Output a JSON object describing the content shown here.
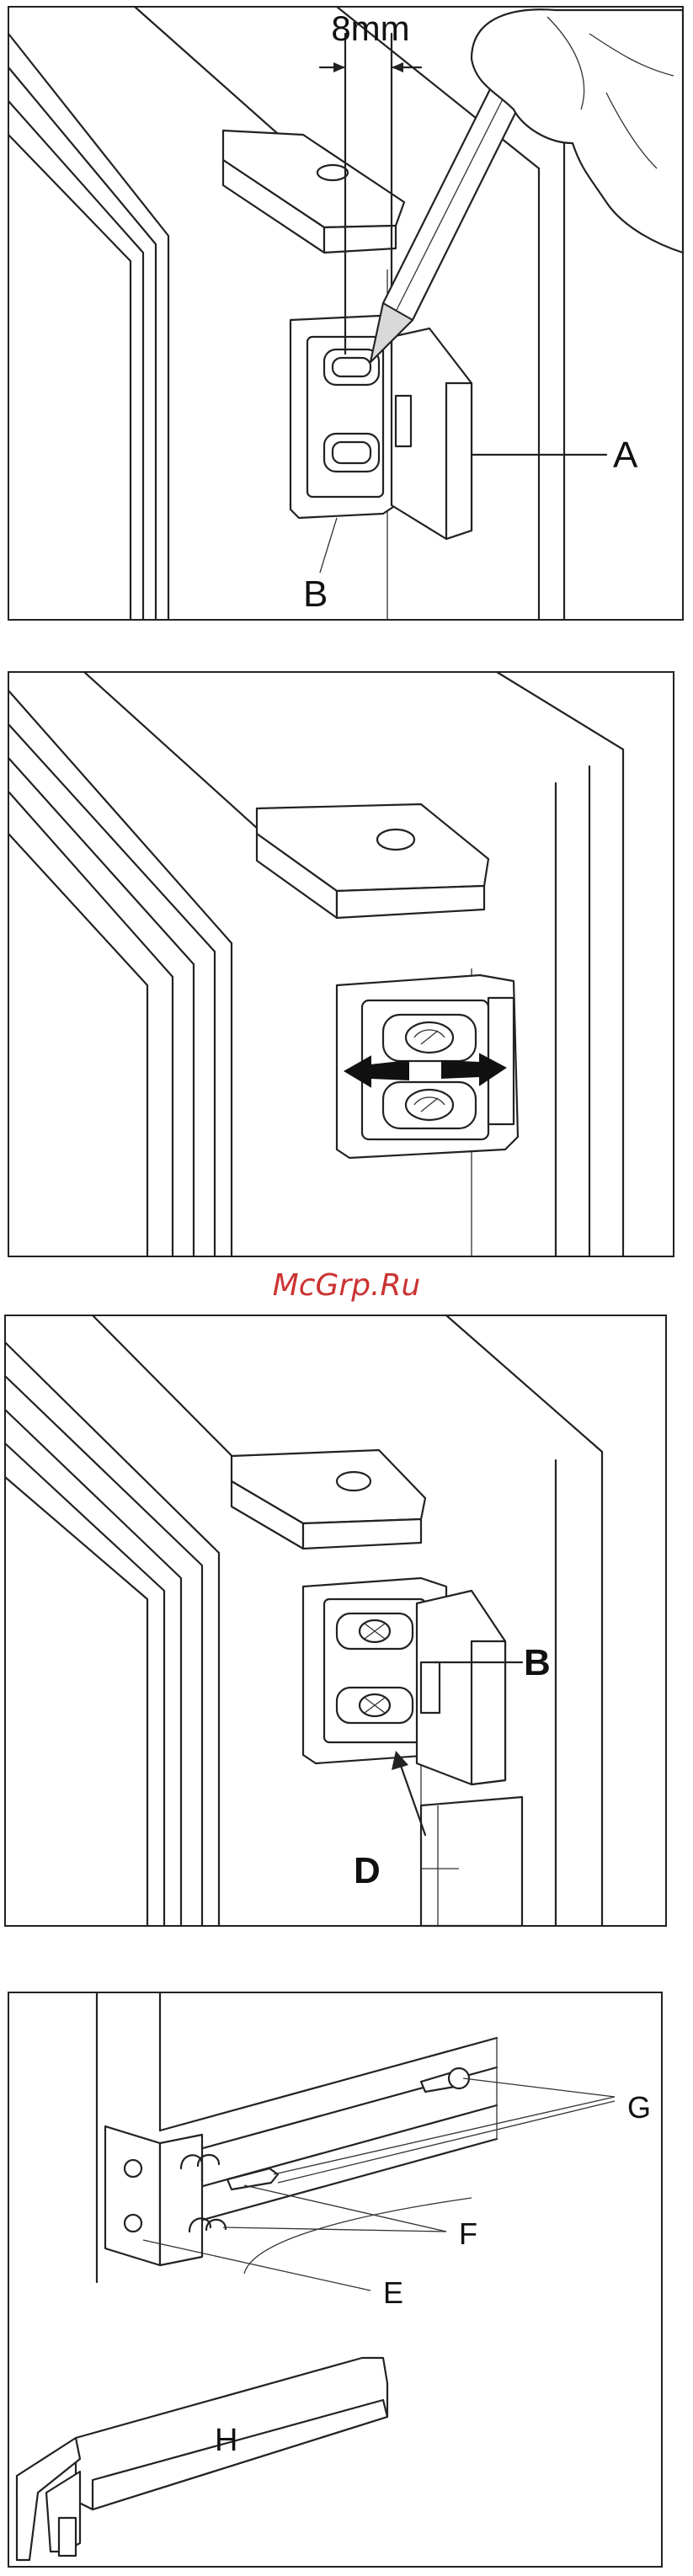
{
  "watermark": "McGrp.Ru",
  "panel1": {
    "dimension_label": "8mm",
    "label_a": "A",
    "label_b": "B"
  },
  "panel2": {},
  "panel3": {
    "label_b": "B",
    "label_d": "D"
  },
  "panel4": {
    "label_g": "G",
    "label_f": "F",
    "label_e": "E",
    "label_h": "H"
  }
}
